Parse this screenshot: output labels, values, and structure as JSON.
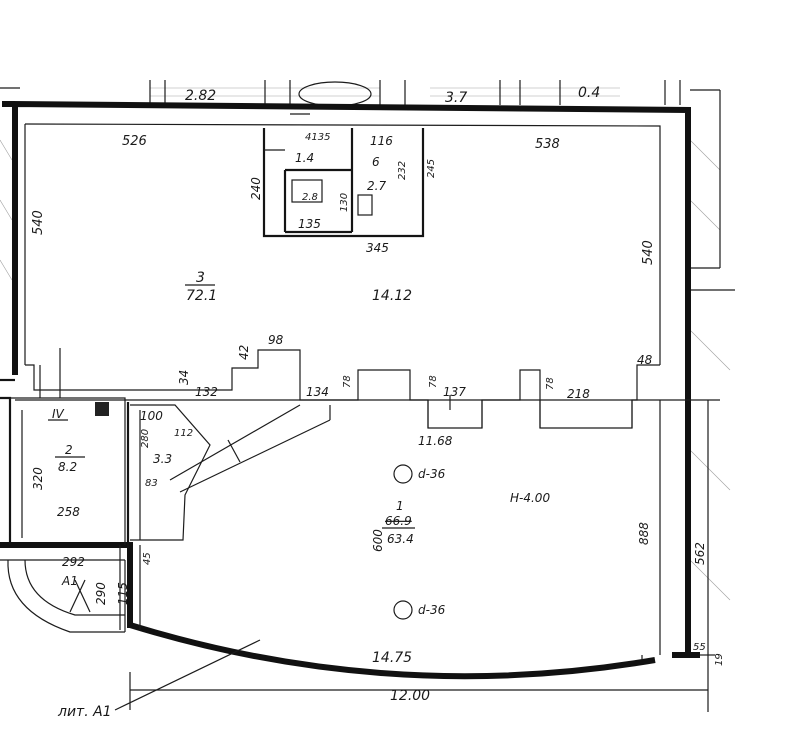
{
  "labels": {
    "top_dim_left": "2.82",
    "top_dim_mid": "3.7",
    "top_dim_right": "0.4",
    "dim_526": "526",
    "dim_538": "538",
    "dim_4135": "4135",
    "dim_116": "116",
    "dim_245": "245",
    "dim_232": "232",
    "dim_240": "240",
    "dim_130": "130",
    "dim_135": "135",
    "dim_345": "345",
    "room_4_area": "1.4",
    "room_6_num": "6",
    "room_6_area": "2.7",
    "room_5_area": "2.8",
    "dim_540_left": "540",
    "dim_540_right": "540",
    "room_3_num": "3",
    "room_3_area": "72.1",
    "dim_1412": "14.12",
    "dim_42": "42",
    "dim_98": "98",
    "dim_34": "34",
    "dim_132": "132",
    "dim_134": "134",
    "dim_78a": "78",
    "dim_78b": "78",
    "dim_137": "137",
    "dim_78c": "78",
    "dim_218": "218",
    "dim_48": "48",
    "roman_iv": "IV",
    "room_2_num": "2",
    "room_2_area": "8.2",
    "dim_320": "320",
    "dim_258": "258",
    "dim_100": "100",
    "dim_112": "112",
    "dim_280": "280",
    "room_stair_area": "3.3",
    "dim_83": "83",
    "dim_1168": "11.68",
    "col_1": "d-36",
    "col_2": "d-36",
    "height": "H-4.00",
    "room_1_num": "1",
    "room_1_area_old": "66.9",
    "room_1_area": "63.4",
    "dim_600": "600",
    "dim_888": "888",
    "dim_562": "562",
    "dim_292": "292",
    "dim_290": "290",
    "dim_115": "115",
    "dim_45": "45",
    "dim_1475": "14.75",
    "dim_1200": "12.00",
    "dim_55": "55",
    "dim_19": "19",
    "lit_a1": "лит. А1",
    "lit_a1_small": "А1"
  }
}
